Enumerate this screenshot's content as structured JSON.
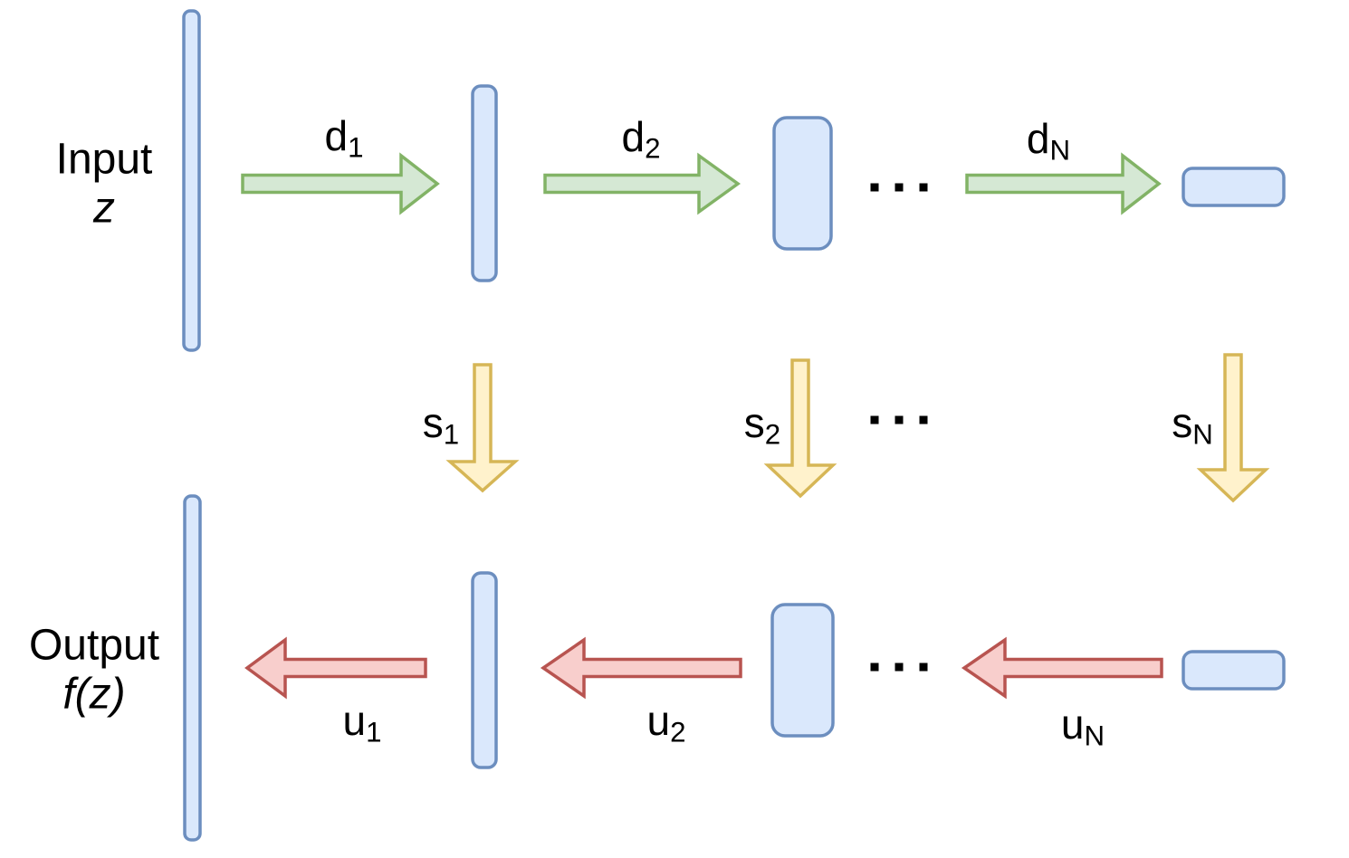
{
  "labels": {
    "input": {
      "line1": "Input",
      "line2": "z"
    },
    "output": {
      "line1": "Output",
      "line2": "f(z)"
    }
  },
  "ellipsis": "...",
  "colors": {
    "block_fill": "#dae8fc",
    "block_stroke": "#6c8ebf",
    "forward_fill": "#d5e8d4",
    "forward_stroke": "#82b366",
    "skip_fill": "#fff2cc",
    "skip_stroke": "#d6b656",
    "backward_fill": "#f8cecc",
    "backward_stroke": "#b85450"
  },
  "arrows": {
    "forward": [
      {
        "base": "d",
        "sub": "1"
      },
      {
        "base": "d",
        "sub": "2"
      },
      {
        "base": "d",
        "sub": "N"
      }
    ],
    "skip": [
      {
        "base": "s",
        "sub": "1"
      },
      {
        "base": "s",
        "sub": "2"
      },
      {
        "base": "s",
        "sub": "N"
      }
    ],
    "backward": [
      {
        "base": "u",
        "sub": "1"
      },
      {
        "base": "u",
        "sub": "2"
      },
      {
        "base": "u",
        "sub": "N"
      }
    ]
  }
}
